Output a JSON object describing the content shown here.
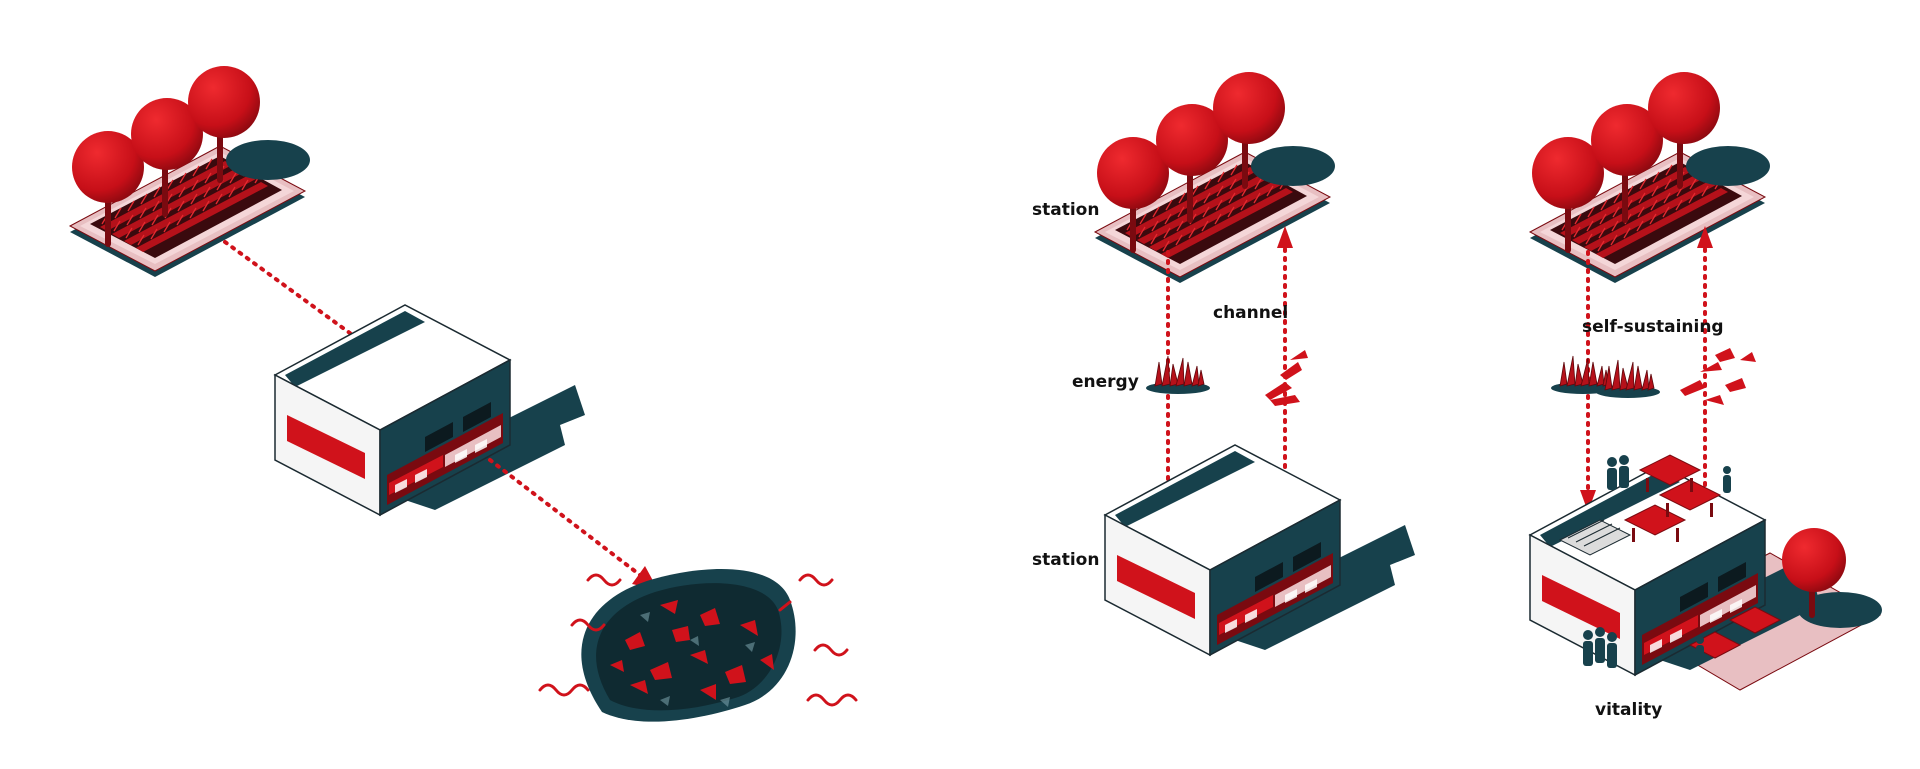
{
  "labels": {
    "station_top": "station",
    "channel": "channel",
    "energy": "energy",
    "station_bottom": "station",
    "self_sustaining": "self-sustaining",
    "vitality": "vitality"
  },
  "colors": {
    "red": "#d0121b",
    "red_dark": "#7a0a10",
    "teal": "#17414c",
    "pink": "#e8bfc2",
    "white": "#ffffff",
    "dark": "#1b2a31"
  },
  "icons": [
    "tree-icon",
    "crop-field-icon",
    "building-icon",
    "waste-pile-icon",
    "dotted-arrow-icon",
    "people-icon",
    "table-icon"
  ]
}
